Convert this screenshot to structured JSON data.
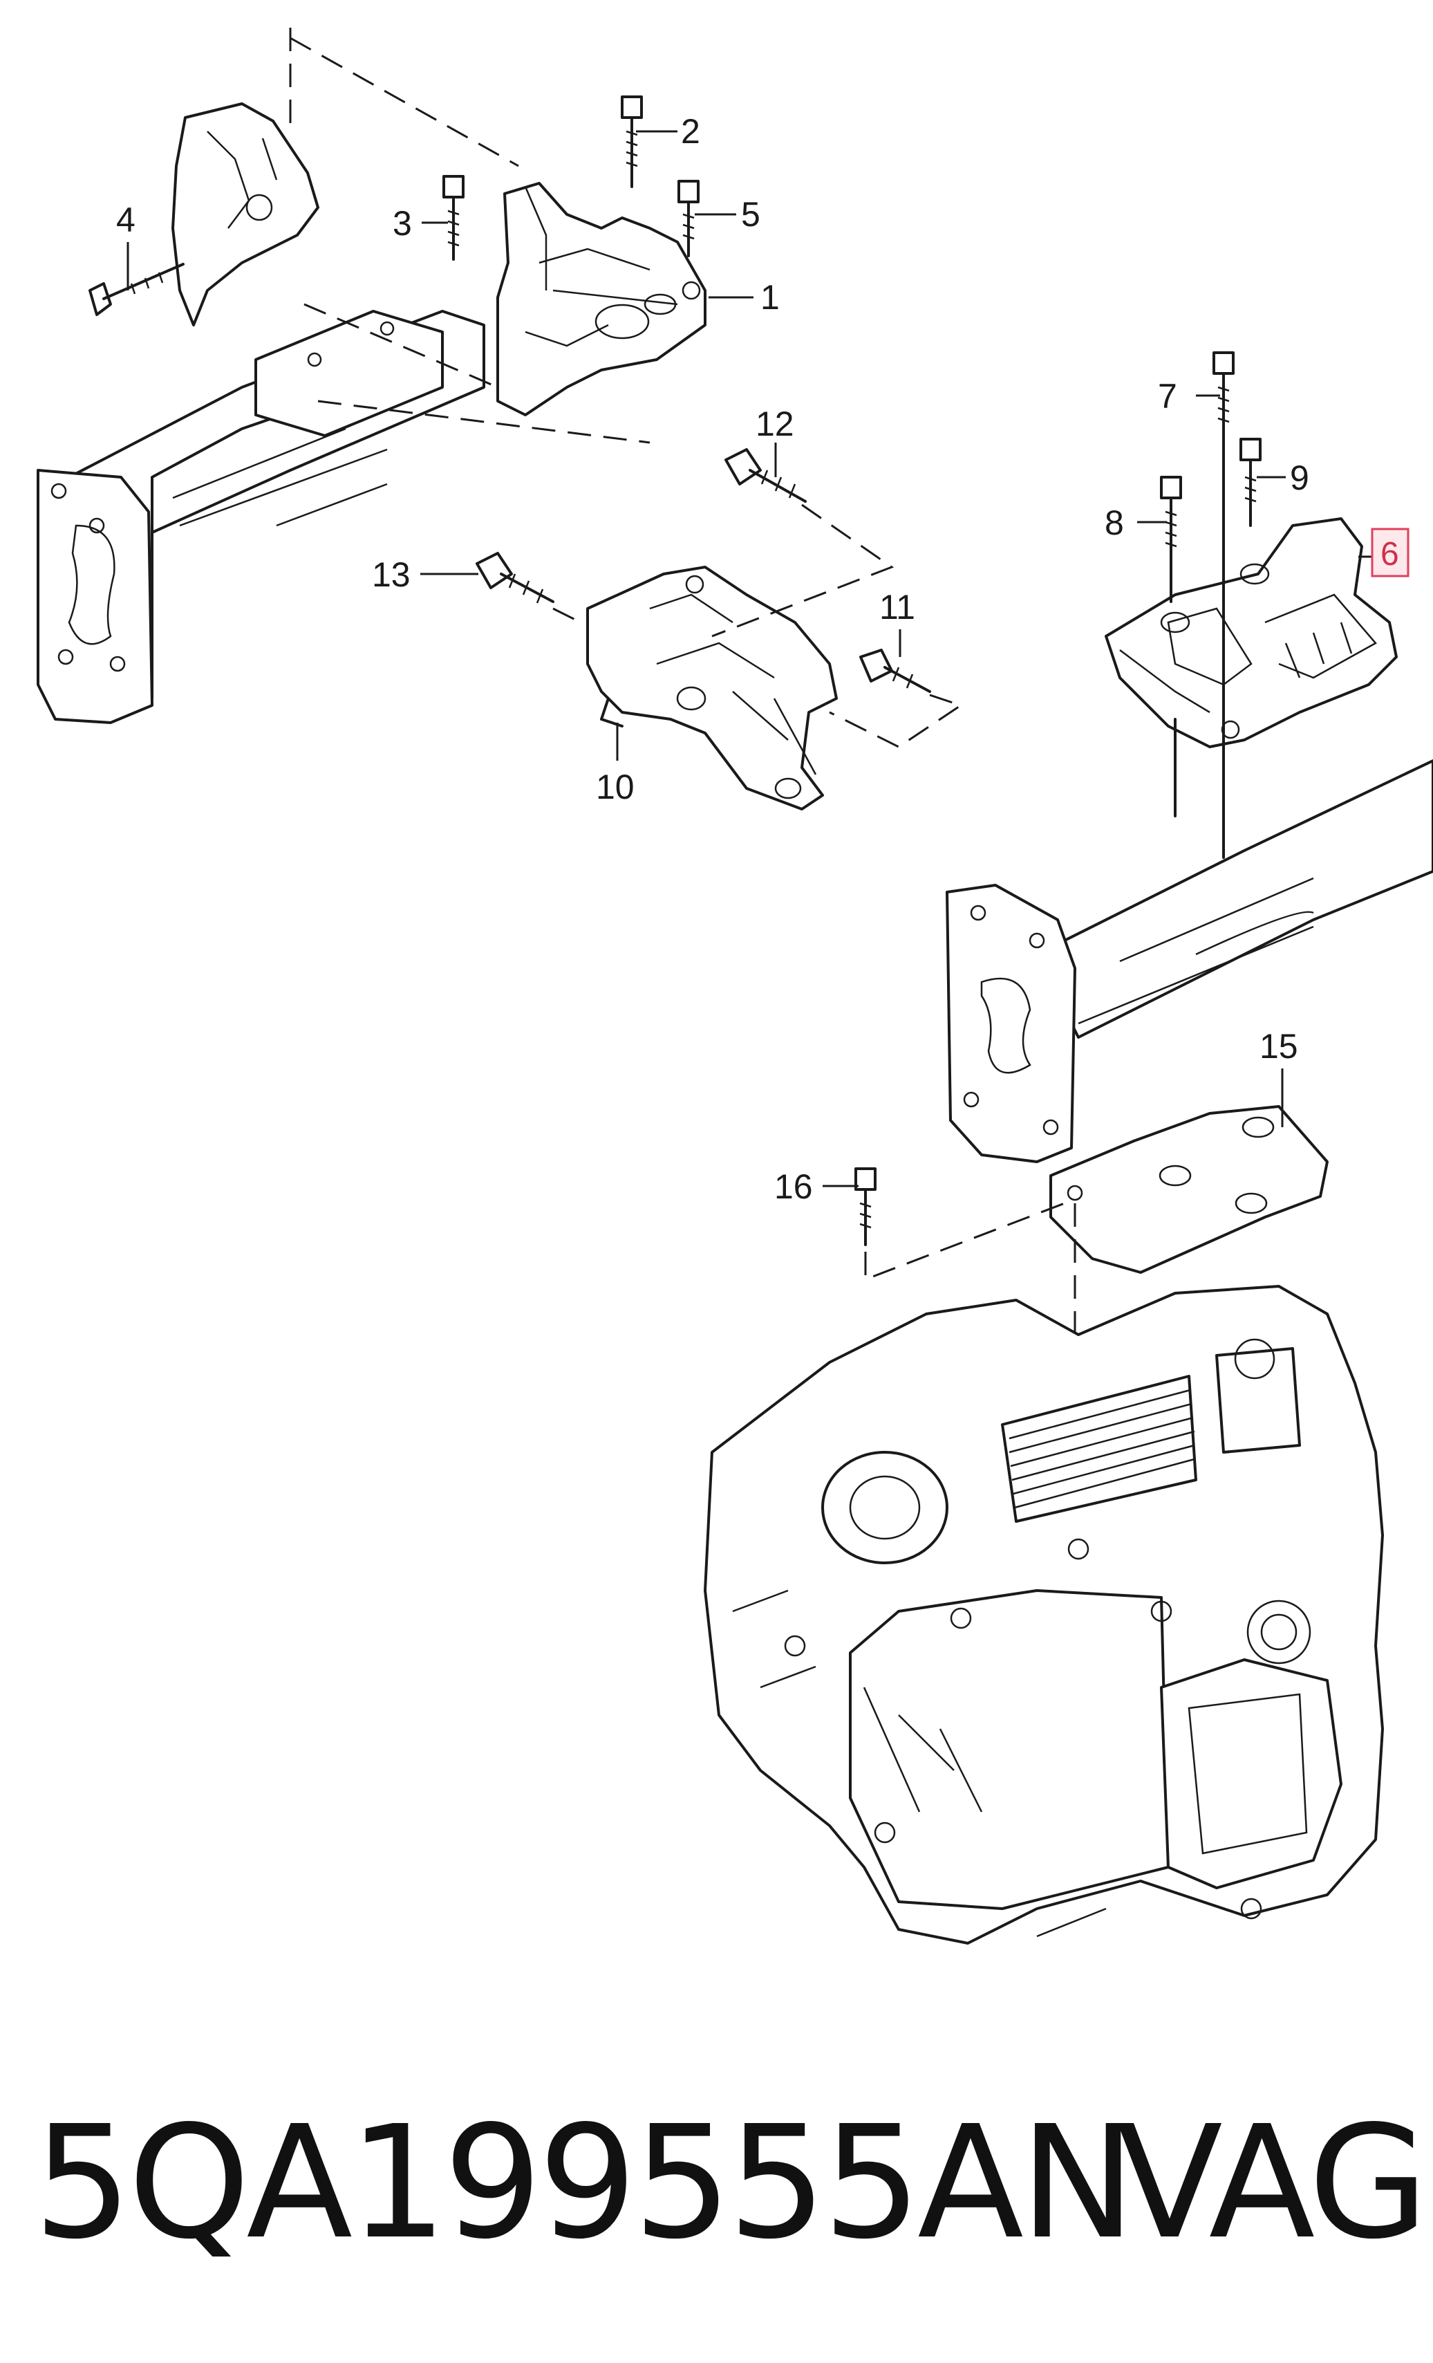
{
  "callouts": {
    "c1": "1",
    "c2": "2",
    "c3": "3",
    "c4": "4",
    "c5": "5",
    "c6": "6",
    "c7": "7",
    "c8": "8",
    "c9": "9",
    "c10": "10",
    "c11": "11",
    "c12": "12",
    "c13": "13",
    "c15": "15",
    "c16": "16"
  },
  "highlighted_callout": "6",
  "highlight_color": "#e0405a",
  "caption": {
    "part_number": "5QA199555AN",
    "brand": "VAG"
  }
}
